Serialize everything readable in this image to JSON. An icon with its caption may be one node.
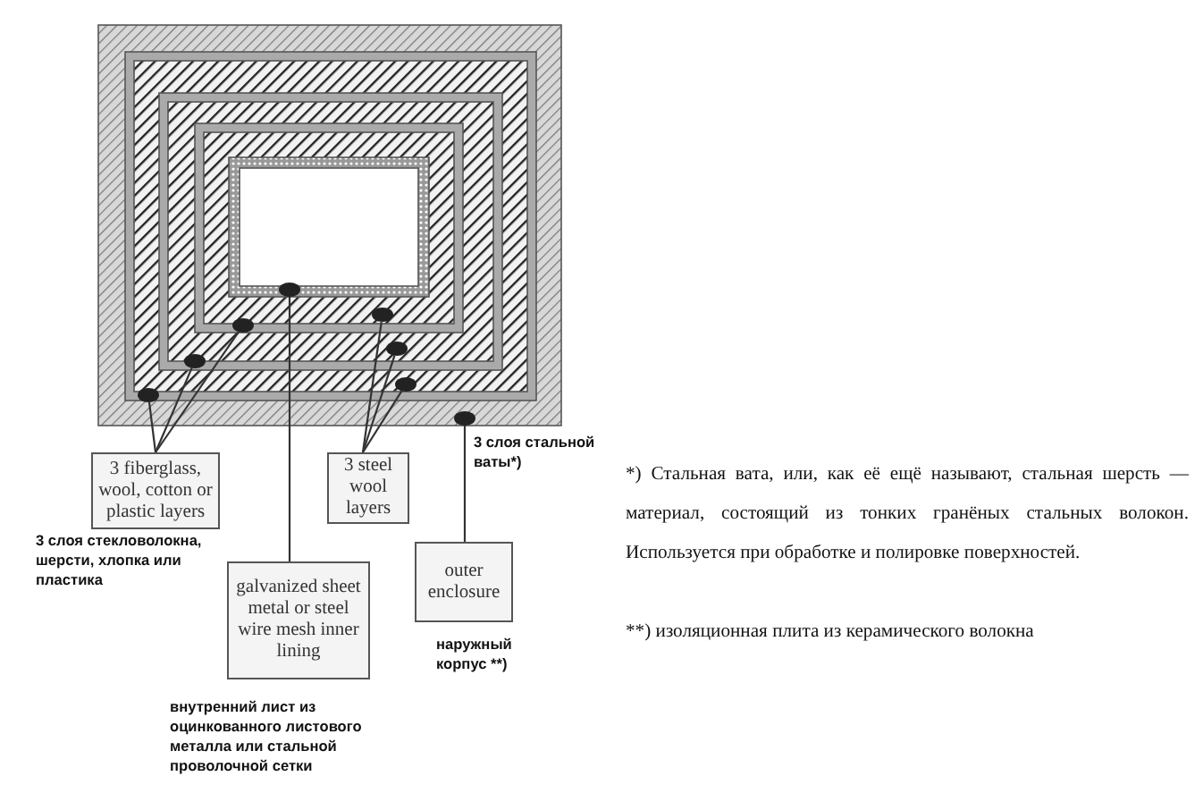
{
  "diagram": {
    "nodes": [
      {
        "text": [],
        "shape": "dot"
      },
      {
        "text": [],
        "shape": "dot"
      },
      {
        "text": [],
        "shape": "dot"
      },
      {
        "text": [],
        "shape": "dot"
      },
      {
        "text": [],
        "shape": "dot"
      },
      {
        "text": [],
        "shape": "dot"
      },
      {
        "text": [],
        "shape": "dot"
      },
      {
        "text": [],
        "shape": "dot"
      },
      {
        "text": [
          "3 fiberglass, wool, cotton or plastic layers"
        ],
        "beside": [
          "3 слоя стекловолокна, шерсти, хлопка или пластика"
        ]
      },
      {
        "text": [
          "3 steel wool layers"
        ]
      },
      {
        "text": [
          "galvanized sheet metal or steel wire mesh inner lining"
        ],
        "beside": [
          "внутренний лист из оцинкованного листового металла или стальной проволочной сетки"
        ]
      },
      {
        "text": [
          "outer enclosure"
        ],
        "beside": [
          "наружный корпус **)"
        ]
      }
    ],
    "edges": [
      {
        "from": 8,
        "to": 0,
        "arrow": "none"
      },
      {
        "from": 8,
        "to": 1,
        "arrow": "none"
      },
      {
        "from": 8,
        "to": 2,
        "arrow": "none"
      },
      {
        "from": 10,
        "to": 3,
        "arrow": "none"
      },
      {
        "from": 9,
        "to": 4,
        "arrow": "none"
      },
      {
        "from": 9,
        "to": 5,
        "arrow": "none"
      },
      {
        "from": 9,
        "to": 6,
        "arrow": "none"
      },
      {
        "from": 11,
        "to": 7,
        "arrow": "none"
      }
    ],
    "labels": [
      "3 слоя стальной ваты*)",
      "*) Стальная вата, или, как её ещё называют, стальная шерсть — материал, состоящий из тонких гранёных стальных волокон. Используется при обработке и полировке поверхностей.",
      "**) изоляционная плита из керамического волокна"
    ]
  }
}
